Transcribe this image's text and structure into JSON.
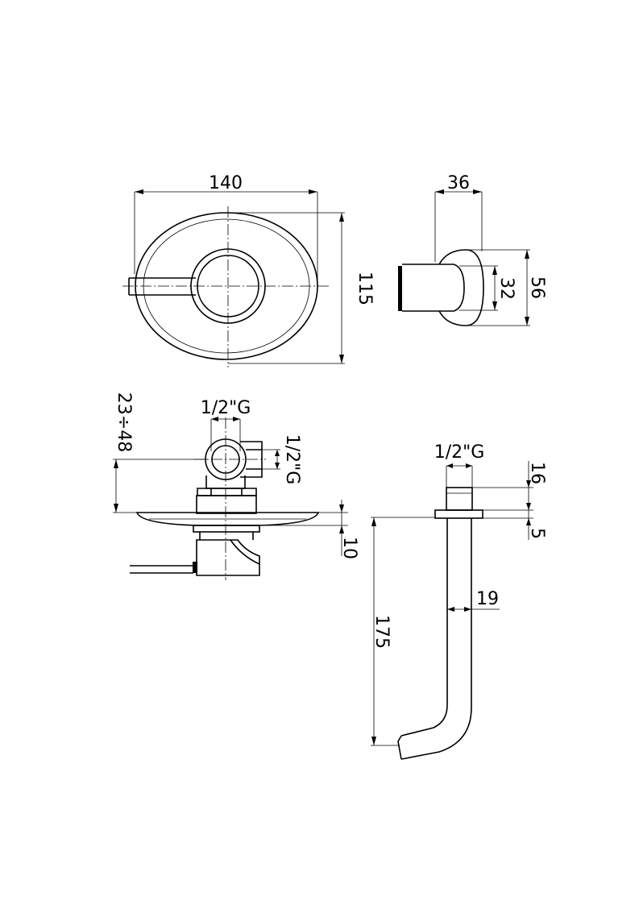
{
  "dimensions": {
    "front_width": "140",
    "front_height": "115",
    "side_depth": "36",
    "side_inner_height": "32",
    "side_outer_height": "56",
    "valve_inlet_top": "1/2\"G",
    "valve_inlet_side": "1/2\"G",
    "valve_depth_range": "23÷48",
    "valve_plate_thickness": "10",
    "spout_thread": "1/2\"G",
    "spout_nut_height": "16",
    "spout_flange_thickness": "5",
    "spout_pipe_diameter": "19",
    "spout_length": "175"
  }
}
